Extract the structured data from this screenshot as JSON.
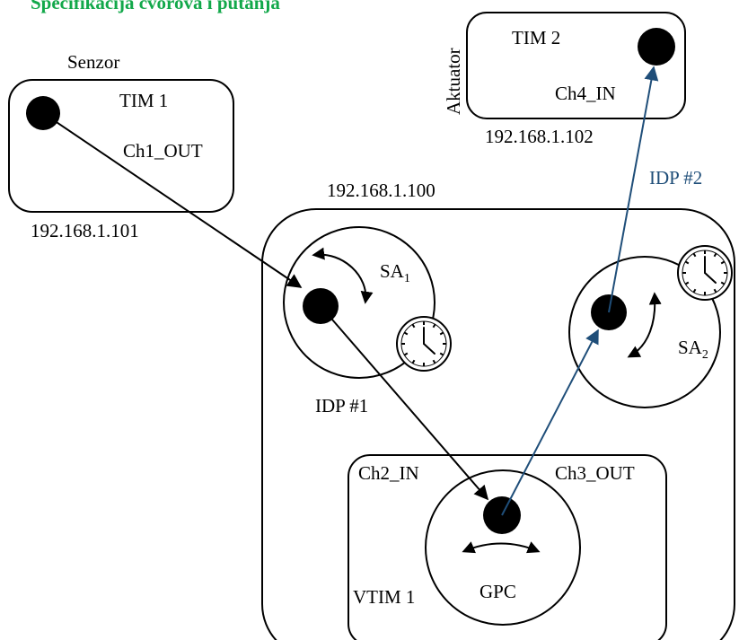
{
  "title": "Specifikacija čvorova i putanja",
  "tim1": {
    "role": "Senzor",
    "name": "TIM 1",
    "channel": "Ch1_OUT",
    "ip": "192.168.1.101"
  },
  "tim2": {
    "role": "Aktuator",
    "name": "TIM 2",
    "channel": "Ch4_IN",
    "ip": "192.168.1.102"
  },
  "ncap": {
    "ip": "192.168.1.100"
  },
  "sa1": {
    "label": "SA",
    "sub": "1"
  },
  "sa2": {
    "label": "SA",
    "sub": "2"
  },
  "idp1": "IDP #1",
  "idp2": "IDP #2",
  "vtim": {
    "name": "VTIM 1",
    "in": "Ch2_IN",
    "out": "Ch3_OUT",
    "gpc": "GPC"
  },
  "colors": {
    "title": "#12a84a",
    "idp2_path": "#1f4e79",
    "stroke": "#000000"
  }
}
